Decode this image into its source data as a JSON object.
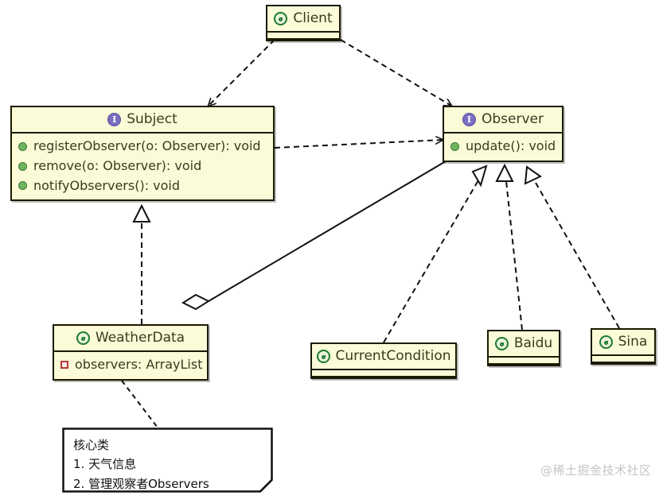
{
  "diagram": {
    "type": "uml-class-diagram",
    "title": "Observer Pattern Class Diagram",
    "background_color": "#ffffff",
    "box_fill_color": "#fbfbd7",
    "box_border_color": "#1a1a00",
    "class_icon_color": "#1f7a33",
    "interface_icon_color": "#7a6ec0",
    "method_icon_color": "#6fb560",
    "private_field_icon_color": "#b03a3a"
  },
  "nodes": {
    "client": {
      "name": "Client",
      "stereotype": "class",
      "icon": "class-icon",
      "members": []
    },
    "subject": {
      "name": "Subject",
      "stereotype": "interface",
      "icon": "interface-icon",
      "members": [
        {
          "text": "registerObserver(o: Observer): void",
          "icon": "method-icon",
          "visibility": "public"
        },
        {
          "text": "remove(o: Observer): void",
          "icon": "method-icon",
          "visibility": "public"
        },
        {
          "text": "notifyObservers(): void",
          "icon": "method-icon",
          "visibility": "public"
        }
      ]
    },
    "observer": {
      "name": "Observer",
      "stereotype": "interface",
      "icon": "interface-icon",
      "members": [
        {
          "text": "update(): void",
          "icon": "method-icon",
          "visibility": "public"
        }
      ]
    },
    "weatherdata": {
      "name": "WeatherData",
      "stereotype": "class",
      "icon": "class-icon",
      "members": [
        {
          "text": "observers: ArrayList",
          "icon": "private-field-icon",
          "visibility": "private"
        }
      ]
    },
    "currentcondition": {
      "name": "CurrentCondition",
      "stereotype": "class",
      "icon": "class-icon",
      "members": []
    },
    "baidu": {
      "name": "Baidu",
      "stereotype": "class",
      "icon": "class-icon",
      "members": []
    },
    "sina": {
      "name": "Sina",
      "stereotype": "class",
      "icon": "class-icon",
      "members": []
    }
  },
  "note": {
    "lines": [
      "核心类",
      "1. 天气信息",
      "2. 管理观察者Observers"
    ],
    "attached_to": "WeatherData"
  },
  "relationships": [
    {
      "from": "Client",
      "to": "Subject",
      "type": "dependency",
      "line": "dashed",
      "arrow": "open"
    },
    {
      "from": "Client",
      "to": "Observer",
      "type": "dependency",
      "line": "dashed",
      "arrow": "open"
    },
    {
      "from": "Subject",
      "to": "Observer",
      "type": "dependency",
      "line": "dashed",
      "arrow": "open"
    },
    {
      "from": "WeatherData",
      "to": "Subject",
      "type": "realization",
      "line": "dashed",
      "arrow": "hollow-triangle"
    },
    {
      "from": "WeatherData",
      "to": "Observer",
      "type": "aggregation",
      "line": "solid",
      "arrow": "hollow-diamond"
    },
    {
      "from": "CurrentCondition",
      "to": "Observer",
      "type": "realization",
      "line": "dashed",
      "arrow": "hollow-triangle"
    },
    {
      "from": "Baidu",
      "to": "Observer",
      "type": "realization",
      "line": "dashed",
      "arrow": "hollow-triangle"
    },
    {
      "from": "Sina",
      "to": "Observer",
      "type": "realization",
      "line": "dashed",
      "arrow": "hollow-triangle"
    },
    {
      "from": "WeatherData",
      "to": "Note",
      "type": "note-anchor",
      "line": "dashed",
      "arrow": "none"
    }
  ],
  "watermark": {
    "text": "@稀土掘金技术社区",
    "color": "#c3c6c9"
  }
}
